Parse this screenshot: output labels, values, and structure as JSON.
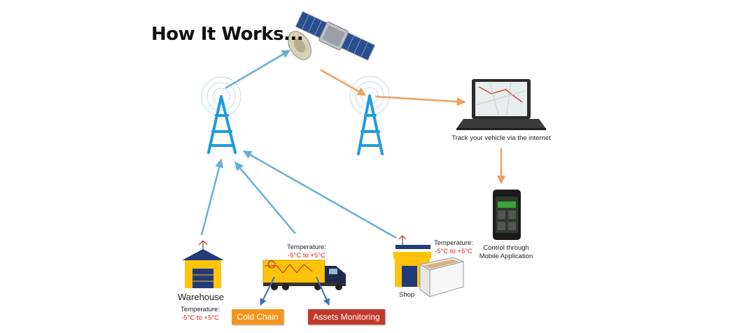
{
  "title": "How It Works...",
  "labels": {
    "track": "Track your vehicle via the internet",
    "control_line1": "Control through",
    "control_line2": "Mobile Application",
    "warehouse": "Warehouse",
    "shop": "Shop",
    "temp_label": "Temperature:",
    "temp_range": "-5°C to +5°C"
  },
  "badges": {
    "cold_chain": "Cold Chain",
    "assets": "Assets Monitoring"
  },
  "colors": {
    "blue_arrow": "#6aaed6",
    "orange_arrow": "#f0a060",
    "tower": "#1f9be0",
    "building_yellow": "#ffc30b",
    "building_navy": "#233a7a",
    "cold_chain_bg": "#f7941d",
    "assets_bg": "#c0392b",
    "temp_red": "#e02020"
  },
  "icons": [
    "satellite-icon",
    "cell-tower-icon",
    "laptop-icon",
    "smartphone-icon",
    "warehouse-icon",
    "truck-icon",
    "shop-icon",
    "freezer-icon"
  ]
}
